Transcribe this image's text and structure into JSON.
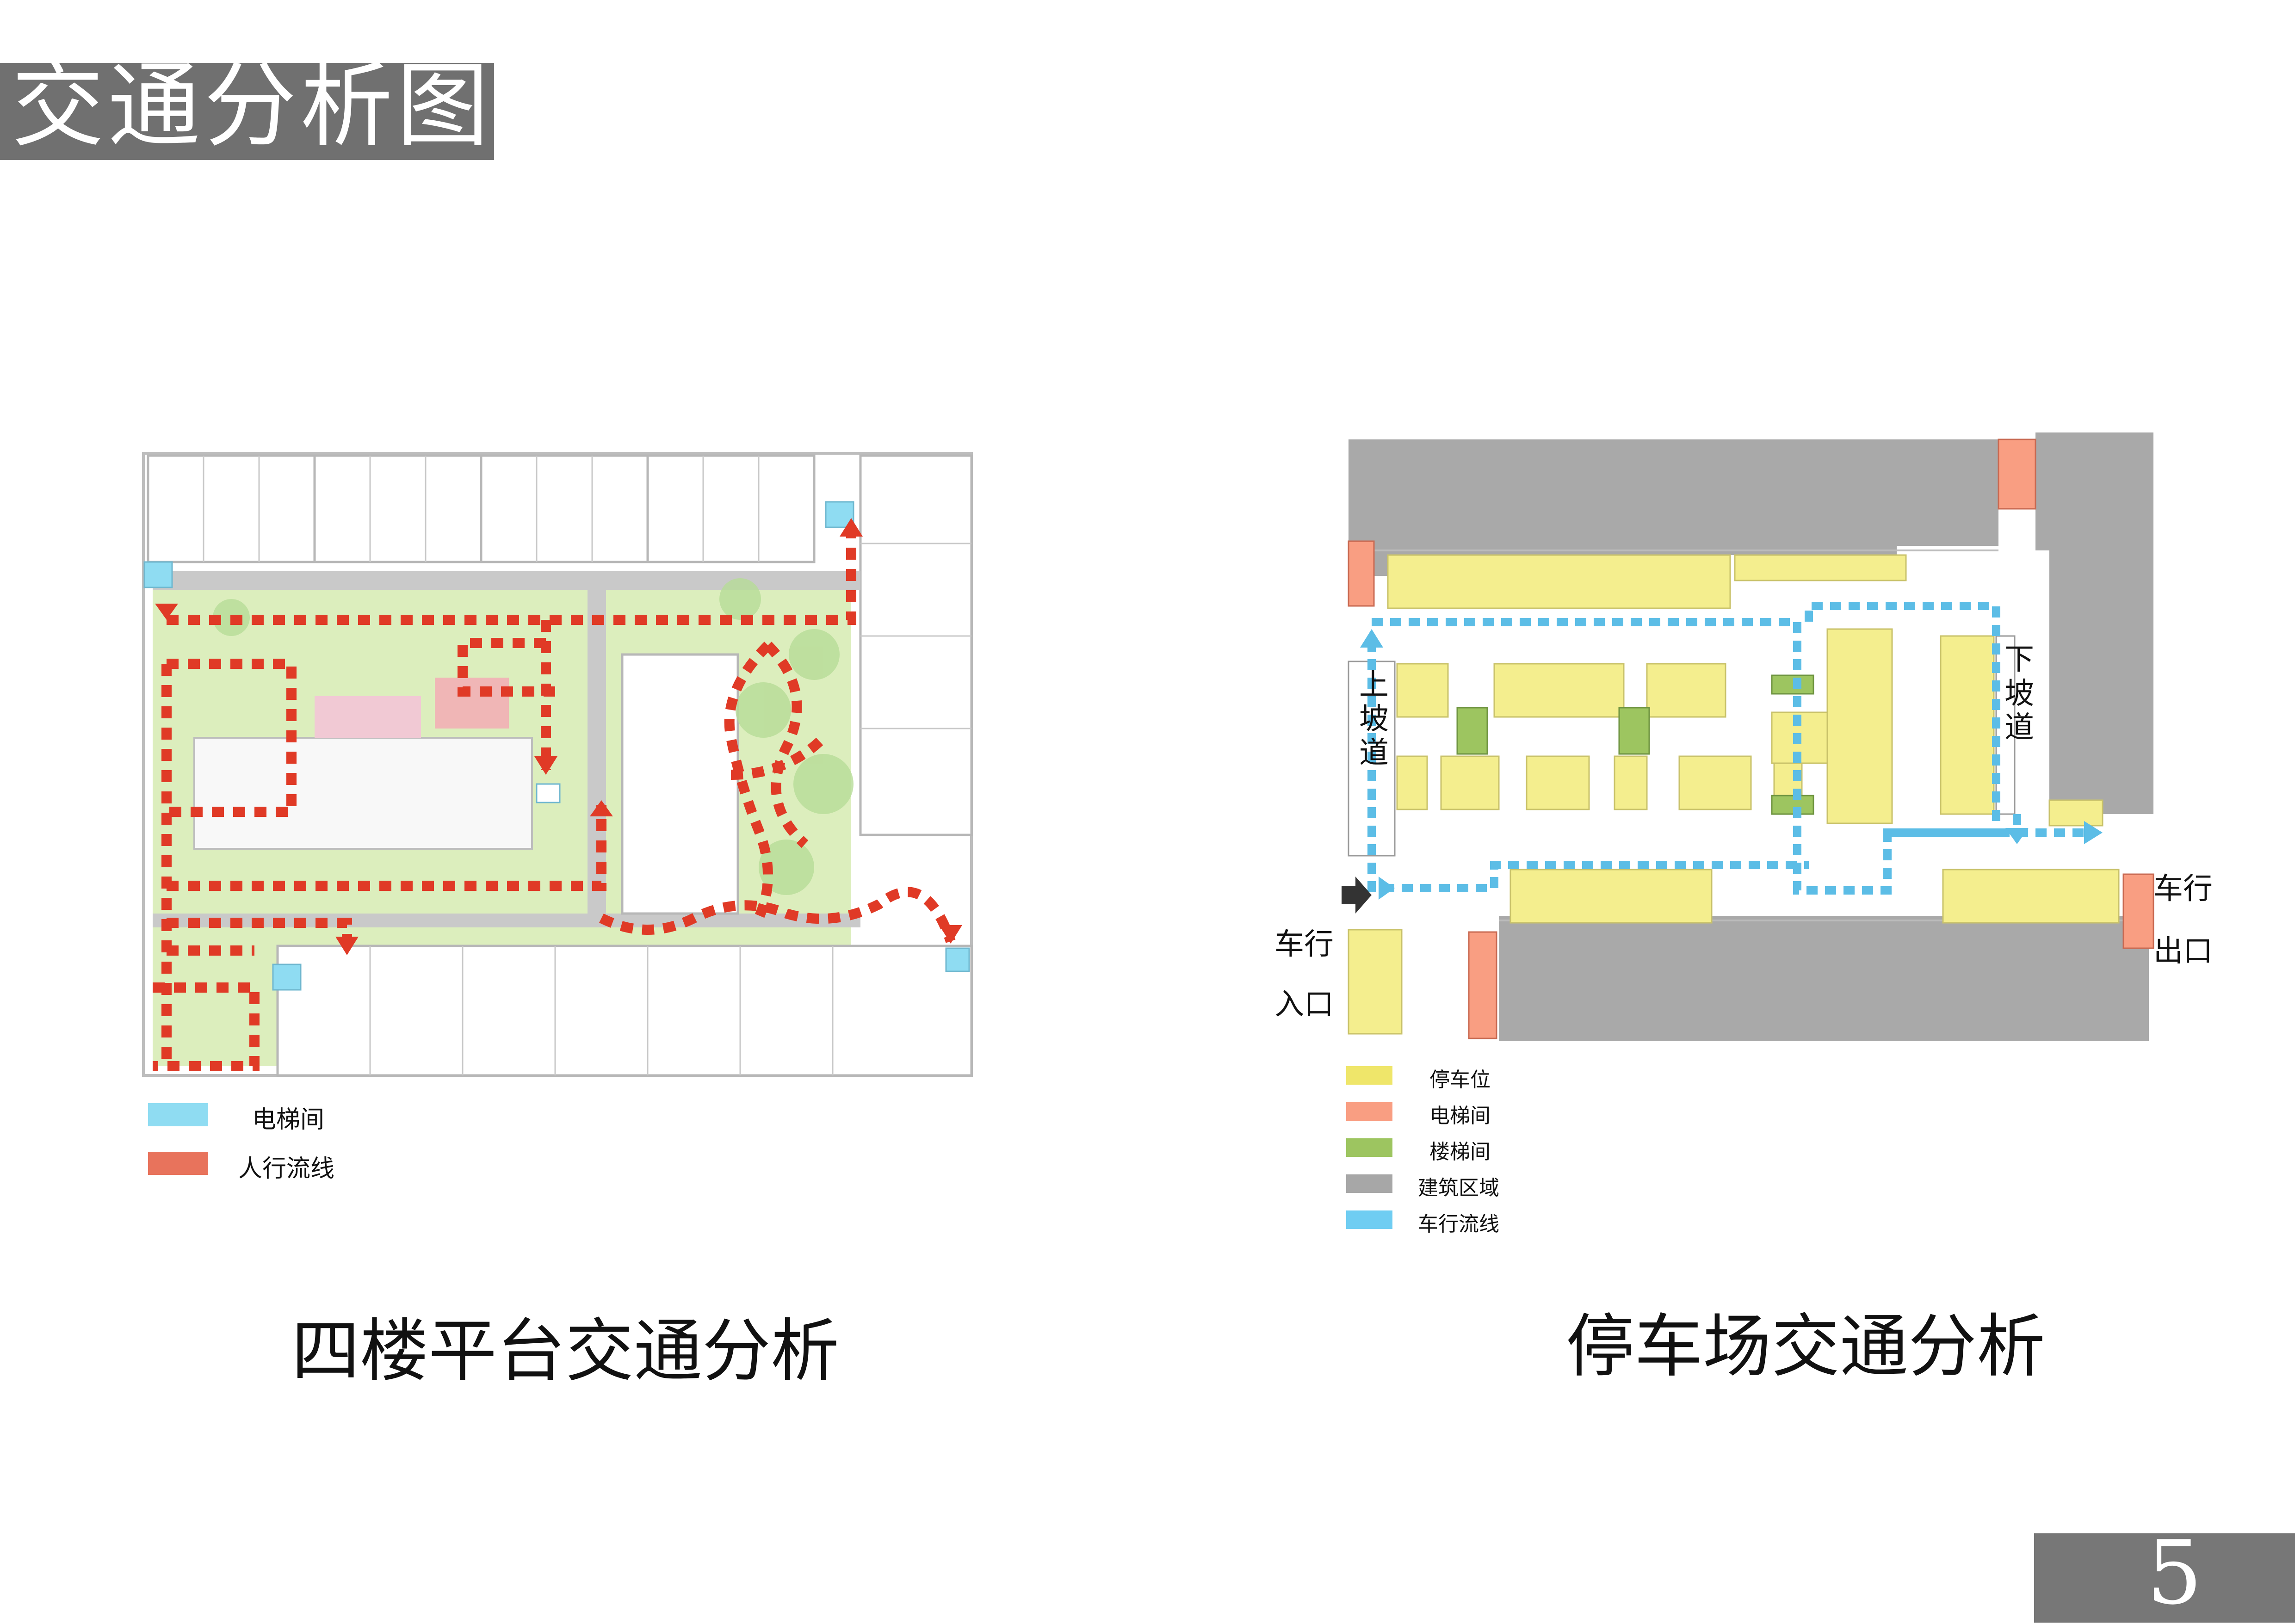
{
  "title": "交通分析图",
  "page_number": "5",
  "left_diagram": {
    "caption": "四楼平台交通分析",
    "legend": [
      {
        "label": "电梯间",
        "color": "#8fdcf2"
      },
      {
        "label": "人行流线",
        "color": "#e8735c"
      }
    ]
  },
  "right_diagram": {
    "caption": "停车场交通分析",
    "ramp_up": "上坡道",
    "ramp_down": "下坡道",
    "entry_label_1": "车行",
    "entry_label_2": "入口",
    "exit_label_1": "车行",
    "exit_label_2": "出口",
    "legend": [
      {
        "label": "停车位",
        "color": "#efe66a"
      },
      {
        "label": "电梯间",
        "color": "#f99e82"
      },
      {
        "label": "楼梯间",
        "color": "#9dc560"
      },
      {
        "label": "建筑区域",
        "color": "#a7a7a7"
      },
      {
        "label": "车行流线",
        "color": "#6fcdf2"
      }
    ]
  },
  "colors": {
    "pedestrian_flow": "#e03a26",
    "vehicle_flow": "#5cbde6",
    "building": "#a9a9a9",
    "parking": "#f4ee8e",
    "green": "#d7eeb4"
  }
}
